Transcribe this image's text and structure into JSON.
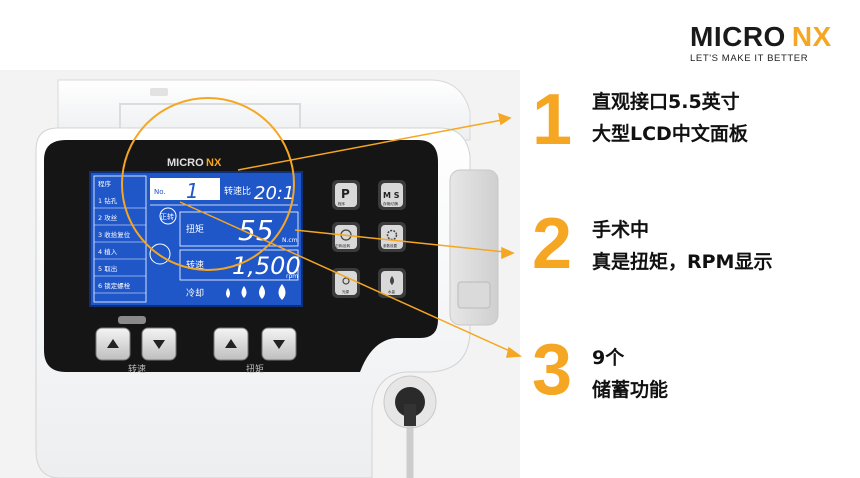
{
  "brand": {
    "logo_micro": "MICRO",
    "logo_nx": "NX",
    "tagline": "LET'S MAKE IT BETTER"
  },
  "device": {
    "screen_logo_micro": "MICRO",
    "screen_logo_nx": "NX",
    "menu_items": [
      "程序",
      "1 钻孔",
      "2 攻丝",
      "3 收拾复位",
      "4 植入",
      "5 取出",
      "6 锁定螺栓"
    ],
    "no_label": "No.",
    "program_no": "1",
    "ratio_label": "转速比",
    "ratio_value": "20:1",
    "direction_label": "正转",
    "torque_label": "扭矩",
    "torque_value": "55",
    "torque_unit": "N.cm",
    "speed_label": "转速",
    "speed_value": "1,500",
    "speed_unit": "rpm",
    "cooling_label": "冷却",
    "key_p": "P",
    "key_p_label": "程序",
    "key_ms": "M S",
    "key_ms_label": "存储/切换",
    "key_dir_label": "正转/反转",
    "key_light_label": "光源",
    "key_settings_label": "参数设置",
    "key_water_label": "水量",
    "speed_buttons_label": "转速",
    "torque_buttons_label": "扭矩",
    "accent_color": "#f5a623",
    "lcd_color": "#1f56c8"
  },
  "features": [
    {
      "number": "1",
      "lines": [
        "直观接口5.5英寸",
        "大型LCD中文面板"
      ]
    },
    {
      "number": "2",
      "lines": [
        "手术中",
        "真是扭矩，RPM显示"
      ]
    },
    {
      "number": "3",
      "lines": [
        "9个",
        "储蓄功能"
      ]
    }
  ]
}
